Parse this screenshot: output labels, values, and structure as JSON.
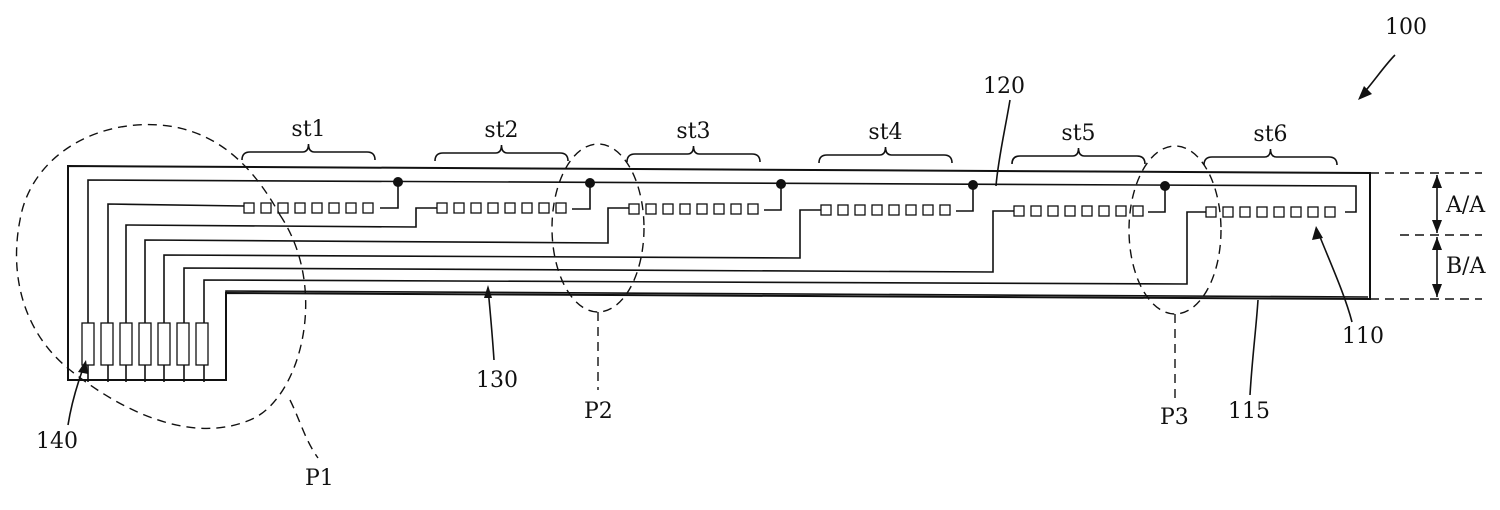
{
  "labels": {
    "device": "100",
    "line_120": "120",
    "line_130": "130",
    "pad_140": "140",
    "sensor_110": "110",
    "substrate_115": "115",
    "p1": "P1",
    "p2": "P2",
    "p3": "P3",
    "aa": "A/A",
    "ba": "B/A"
  },
  "stages": [
    {
      "label": "st1"
    },
    {
      "label": "st2"
    },
    {
      "label": "st3"
    },
    {
      "label": "st4"
    },
    {
      "label": "st5"
    },
    {
      "label": "st6"
    }
  ]
}
